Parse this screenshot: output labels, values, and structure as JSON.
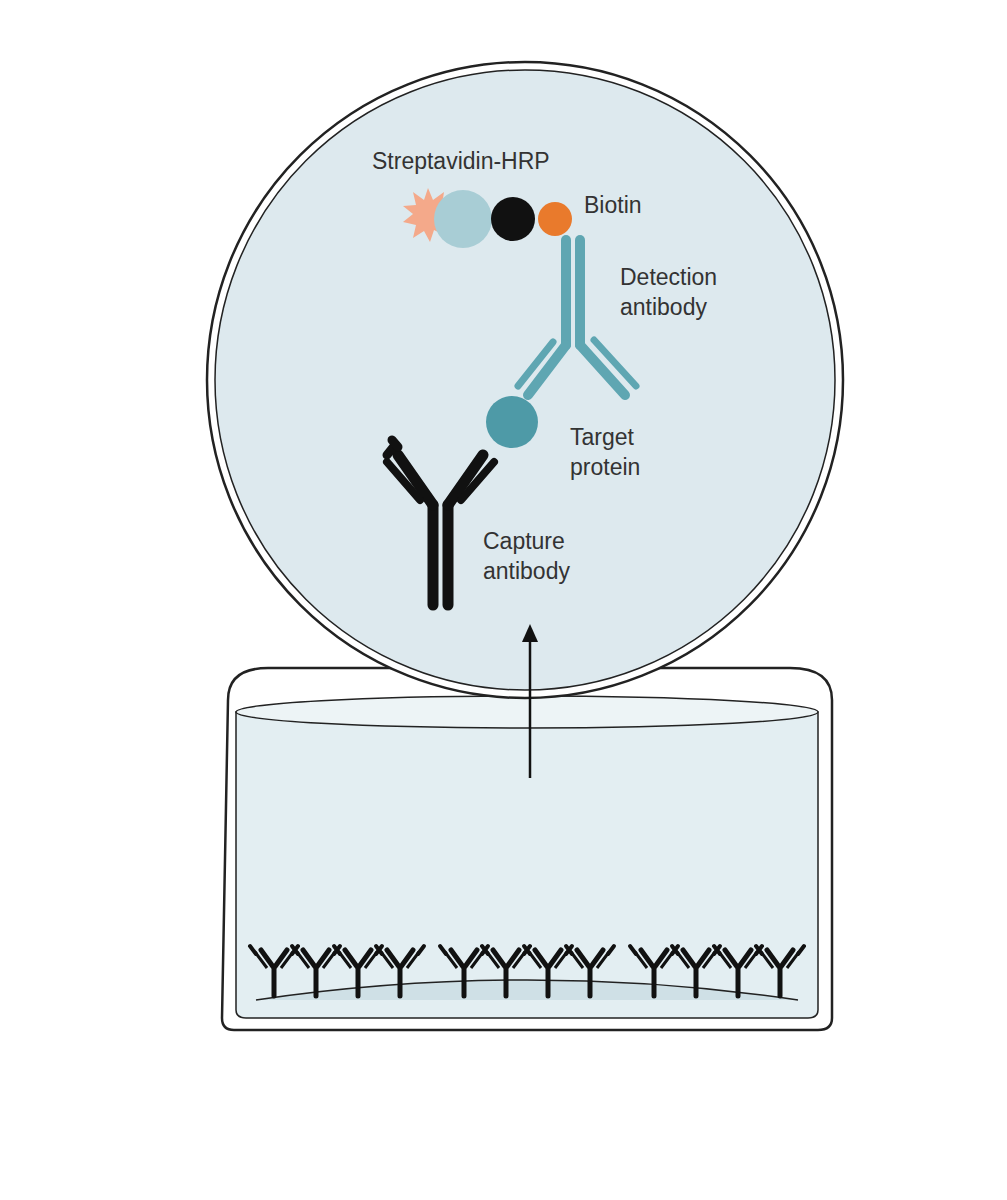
{
  "diagram": {
    "labels": [
      "Streptavidin-HRP",
      "Biotin",
      "Detection antibody",
      "Target protein",
      "Capture antibody"
    ]
  }
}
